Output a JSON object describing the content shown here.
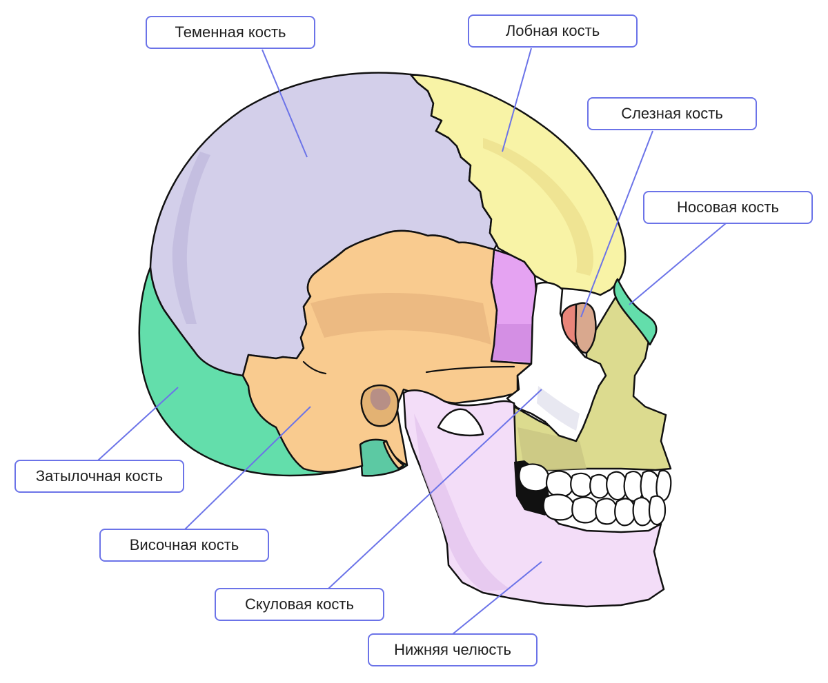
{
  "labels": {
    "parietal": "Теменная кость",
    "frontal": "Лобная кость",
    "lacrimal": "Слезная кость",
    "nasal": "Носовая кость",
    "occipital": "Затылочная кость",
    "temporal": "Височная кость",
    "zygomatic": "Скуловая кость",
    "mandible": "Нижняя челюсть"
  },
  "colors": {
    "parietal": "#d3cfea",
    "frontal": "#f8f3a6",
    "lacrimal": "#e9857a",
    "nasal": "#63deab",
    "occipital": "#63deab",
    "temporal": "#f9cb8f",
    "sphenoid": "#e5a3f2",
    "zygomatic": "#ffffff",
    "maxilla": "#dcdb8f",
    "mandible": "#f3ddf8",
    "callout_border": "#6b73e8"
  }
}
